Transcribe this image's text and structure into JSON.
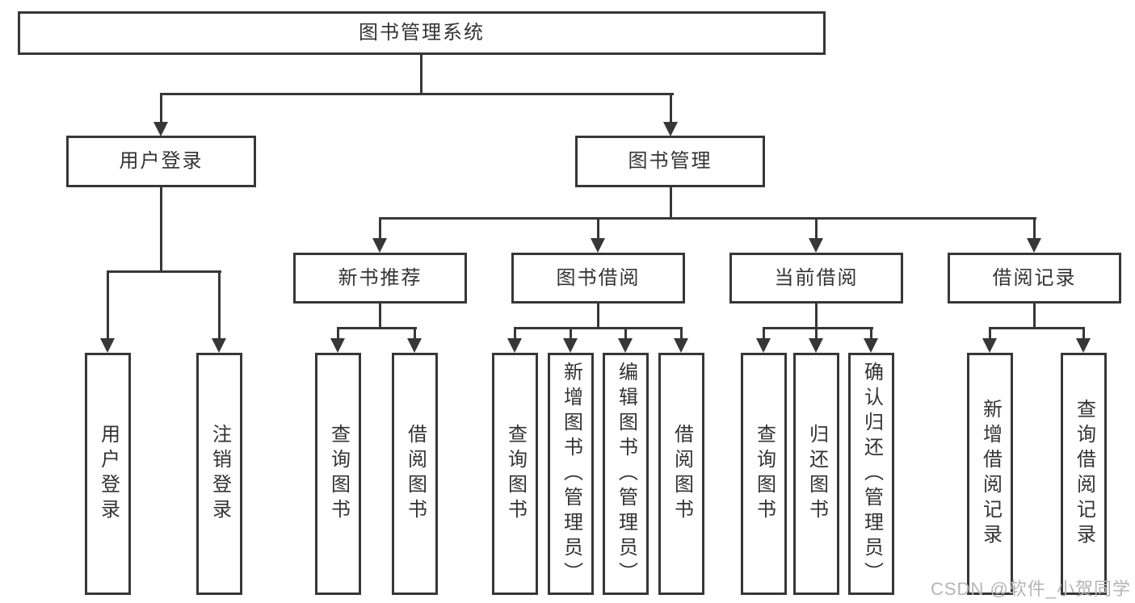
{
  "watermark": "CSDN @软件_小贺同学",
  "colors": {
    "line": "#373737",
    "border": "#373737",
    "text": "#333333",
    "watermark": "#b5b5b5",
    "background": "#ffffff"
  },
  "tree": {
    "root": {
      "label": "图书管理系统"
    },
    "children": [
      {
        "label": "用户登录",
        "children": [
          {
            "label": "用户登录"
          },
          {
            "label": "注销登录"
          }
        ]
      },
      {
        "label": "图书管理",
        "children": [
          {
            "label": "新书推荐",
            "children": [
              {
                "label": "查询图书"
              },
              {
                "label": "借阅图书"
              }
            ]
          },
          {
            "label": "图书借阅",
            "children": [
              {
                "label": "查询图书"
              },
              {
                "label": "新增图书（管理员）"
              },
              {
                "label": "编辑图书（管理员）"
              },
              {
                "label": "借阅图书"
              }
            ]
          },
          {
            "label": "当前借阅",
            "children": [
              {
                "label": "查询图书"
              },
              {
                "label": "归还图书"
              },
              {
                "label": "确认归还（管理员）"
              }
            ]
          },
          {
            "label": "借阅记录",
            "children": [
              {
                "label": "新增借阅记录"
              },
              {
                "label": "查询借阅记录"
              }
            ]
          }
        ]
      }
    ]
  }
}
